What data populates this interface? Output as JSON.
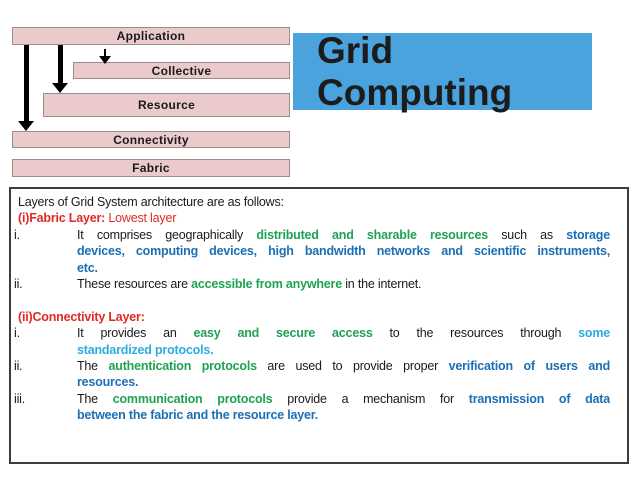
{
  "title": "Grid Computing",
  "colors": {
    "title_box": "#4AA3DC",
    "layer_box_fill": "#EACACB",
    "layer_box_border": "#9A8C8C",
    "black": "#1A1A1A",
    "red": "#DF2A25",
    "green": "#1FA253",
    "blue": "#1B6FB5",
    "cyan": "#2BACE2"
  },
  "diagram": {
    "layers": [
      {
        "label": "Application"
      },
      {
        "label": "Collective"
      },
      {
        "label": "Resource"
      },
      {
        "label": "Connectivity"
      },
      {
        "label": "Fabric"
      }
    ],
    "arrows": [
      "application-to-connectivity",
      "application-to-resource",
      "application-to-collective"
    ]
  },
  "content": {
    "lines": [
      {
        "header": true,
        "align": "left",
        "segments": [
          {
            "t": "Layers of Grid System architecture are as follows:",
            "c": "black"
          }
        ]
      },
      {
        "header": true,
        "align": "left",
        "segments": [
          {
            "t": "(i)Fabric Layer:",
            "c": "red",
            "b": true
          },
          {
            "t": " Lowest layer",
            "c": "red"
          }
        ]
      },
      {
        "marker": "i.",
        "align": "just",
        "segments": [
          {
            "t": "It comprises geographically ",
            "c": "black"
          },
          {
            "t": "distributed and sharable resources",
            "c": "green",
            "b": true
          },
          {
            "t": " such as ",
            "c": "black"
          },
          {
            "t": "storage",
            "c": "blue",
            "b": true
          }
        ]
      },
      {
        "marker": "",
        "align": "just",
        "segments": [
          {
            "t": "devices, computing devices, high bandwidth networks and scientific instruments,",
            "c": "blue",
            "b": true
          }
        ]
      },
      {
        "marker": "",
        "align": "left",
        "segments": [
          {
            "t": "etc.",
            "c": "blue",
            "b": true
          }
        ]
      },
      {
        "marker": "ii.",
        "align": "left",
        "segments": [
          {
            "t": "These resources are ",
            "c": "black"
          },
          {
            "t": "accessible from anywhere",
            "c": "green",
            "b": true
          },
          {
            "t": " in the internet.",
            "c": "black"
          }
        ]
      },
      {
        "spacer": true
      },
      {
        "header": true,
        "align": "left",
        "segments": [
          {
            "t": "(ii)Connectivity Layer:",
            "c": "red",
            "b": true
          }
        ]
      },
      {
        "marker": "i.",
        "align": "just",
        "segments": [
          {
            "t": "It provides an ",
            "c": "black"
          },
          {
            "t": "easy and secure access",
            "c": "green",
            "b": true
          },
          {
            "t": " to the resources through ",
            "c": "black"
          },
          {
            "t": "some",
            "c": "cyan",
            "b": true
          }
        ]
      },
      {
        "marker": "",
        "align": "left",
        "segments": [
          {
            "t": "standardized protocols.",
            "c": "cyan",
            "b": true
          }
        ]
      },
      {
        "marker": "ii.",
        "align": "just",
        "segments": [
          {
            "t": "The ",
            "c": "black"
          },
          {
            "t": "authentication protocols",
            "c": "green",
            "b": true
          },
          {
            "t": " are used to provide proper ",
            "c": "black"
          },
          {
            "t": "verification of users and",
            "c": "blue",
            "b": true
          }
        ]
      },
      {
        "marker": "",
        "align": "left",
        "segments": [
          {
            "t": "resources.",
            "c": "blue",
            "b": true
          }
        ]
      },
      {
        "marker": "iii.",
        "align": "just",
        "segments": [
          {
            "t": "The ",
            "c": "black"
          },
          {
            "t": "communication protocols",
            "c": "green",
            "b": true
          },
          {
            "t": " provide a mechanism for ",
            "c": "black"
          },
          {
            "t": "transmission of data",
            "c": "blue",
            "b": true
          }
        ]
      },
      {
        "marker": "",
        "align": "left",
        "segments": [
          {
            "t": "between the fabric and the resource layer.",
            "c": "blue",
            "b": true
          }
        ]
      }
    ]
  }
}
